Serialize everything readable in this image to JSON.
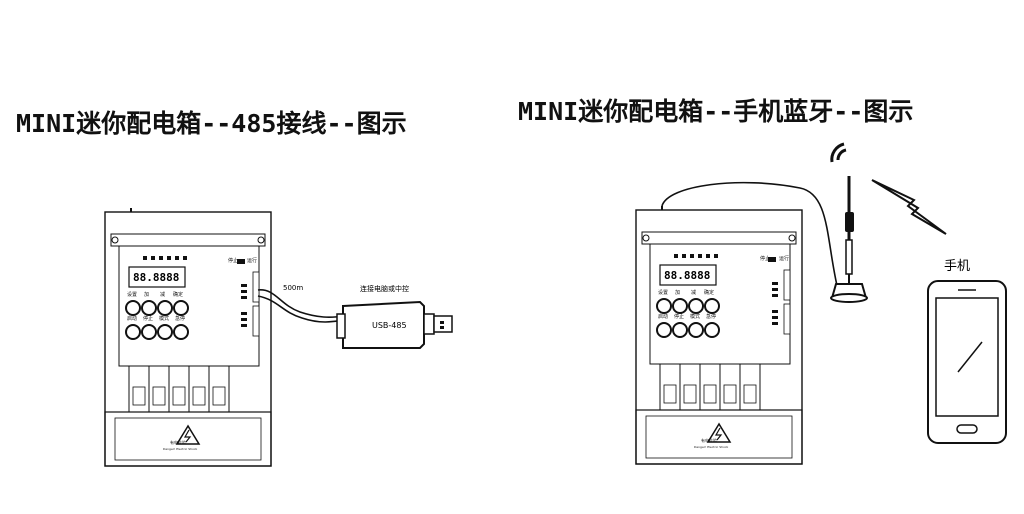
{
  "left_panel": {
    "title": "MINI迷你配电箱--485接线--图示",
    "display": "88.8888",
    "top_buttons": [
      "设置",
      "加",
      "减",
      "确定"
    ],
    "bottom_buttons": [
      "启动",
      "停止",
      "模式",
      "急停"
    ],
    "switch_label": "停止",
    "switch_label2": "运行",
    "cable_length": "500m",
    "connect_label": "连接电脑或中控",
    "usb_label": "USB-485",
    "warning_text": "有电危险",
    "warning_sub": "Danger! Electric Shock"
  },
  "right_panel": {
    "title": "MINI迷你配电箱--手机蓝牙--图示",
    "display": "88.8888",
    "top_buttons": [
      "设置",
      "加",
      "减",
      "确定"
    ],
    "bottom_buttons": [
      "启动",
      "停止",
      "模式",
      "急停"
    ],
    "switch_label": "停止",
    "switch_label2": "运行",
    "phone_label": "手机",
    "warning_text": "有电危险",
    "warning_sub": "Danger! Electric Shock"
  }
}
